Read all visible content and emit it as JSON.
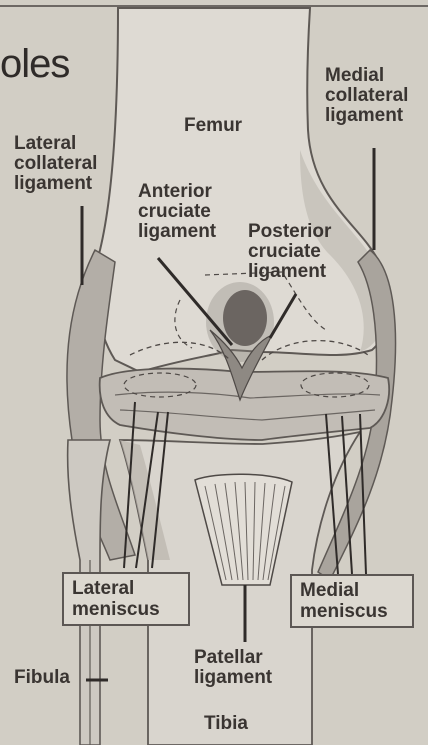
{
  "title_fragment": "oles",
  "labels": {
    "femur": "Femur",
    "medial_collateral": "Medial\ncollateral\nligament",
    "lateral_collateral": "Lateral\ncollateral\nligament",
    "anterior_cruciate": "Anterior\ncruciate\nligament",
    "posterior_cruciate": "Posterior\ncruciate\nligament",
    "lateral_meniscus": "Lateral\nmeniscus",
    "medial_meniscus": "Medial\nmeniscus",
    "fibula": "Fibula",
    "patellar": "Patellar\nligament",
    "tibia": "Tibia"
  },
  "colors": {
    "background": "#d2cec5",
    "ink": "#3a3532",
    "bone": "#dedad3",
    "shade": "#a39e97"
  }
}
